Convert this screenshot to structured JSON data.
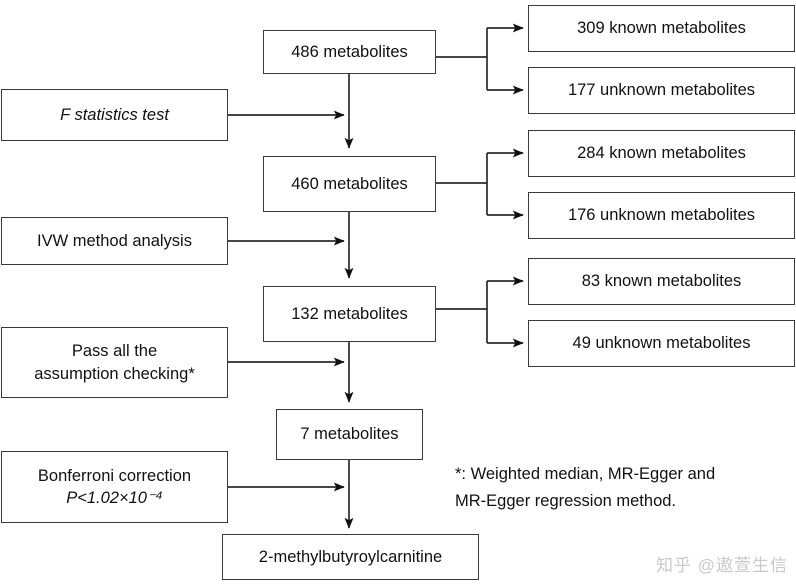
{
  "diagram": {
    "type": "flowchart",
    "title": "Metabolite screening flowchart",
    "colors": {
      "stroke": "#3a3a3a",
      "arrow": "#111111",
      "text": "#111111",
      "background": "#ffffff",
      "watermark": "#c9c9c9"
    },
    "main_column": [
      {
        "id": "m1",
        "label": "486 metabolites"
      },
      {
        "id": "m2",
        "label": "460 metabolites"
      },
      {
        "id": "m3",
        "label": "132 metabolites"
      },
      {
        "id": "m4",
        "label": "7 metabolites"
      },
      {
        "id": "m5",
        "label": "2-methylbutyroylcarnitine"
      }
    ],
    "filters": [
      {
        "id": "f1",
        "line1": "F statistics test",
        "line2": "",
        "italic": true
      },
      {
        "id": "f2",
        "line1": "IVW method analysis",
        "line2": "",
        "italic": false
      },
      {
        "id": "f3",
        "line1": "Pass all the",
        "line2": "assumption checking*",
        "italic": false
      },
      {
        "id": "f4",
        "line1": "Bonferroni correction",
        "line2": "P<1.02×10⁻⁴",
        "italic": false
      }
    ],
    "outputs": [
      {
        "id": "o1",
        "label": "309 known metabolites"
      },
      {
        "id": "o2",
        "label": "177 unknown metabolites"
      },
      {
        "id": "o3",
        "label": "284 known metabolites"
      },
      {
        "id": "o4",
        "label": "176 unknown metabolites"
      },
      {
        "id": "o5",
        "label": "83 known metabolites"
      },
      {
        "id": "o6",
        "label": "49 unknown metabolites"
      }
    ],
    "footnote": {
      "line1": "*: Weighted median, MR-Egger and",
      "line2": "MR-Egger regression method."
    },
    "watermark": {
      "text": "知乎 @遨萱生信"
    }
  }
}
